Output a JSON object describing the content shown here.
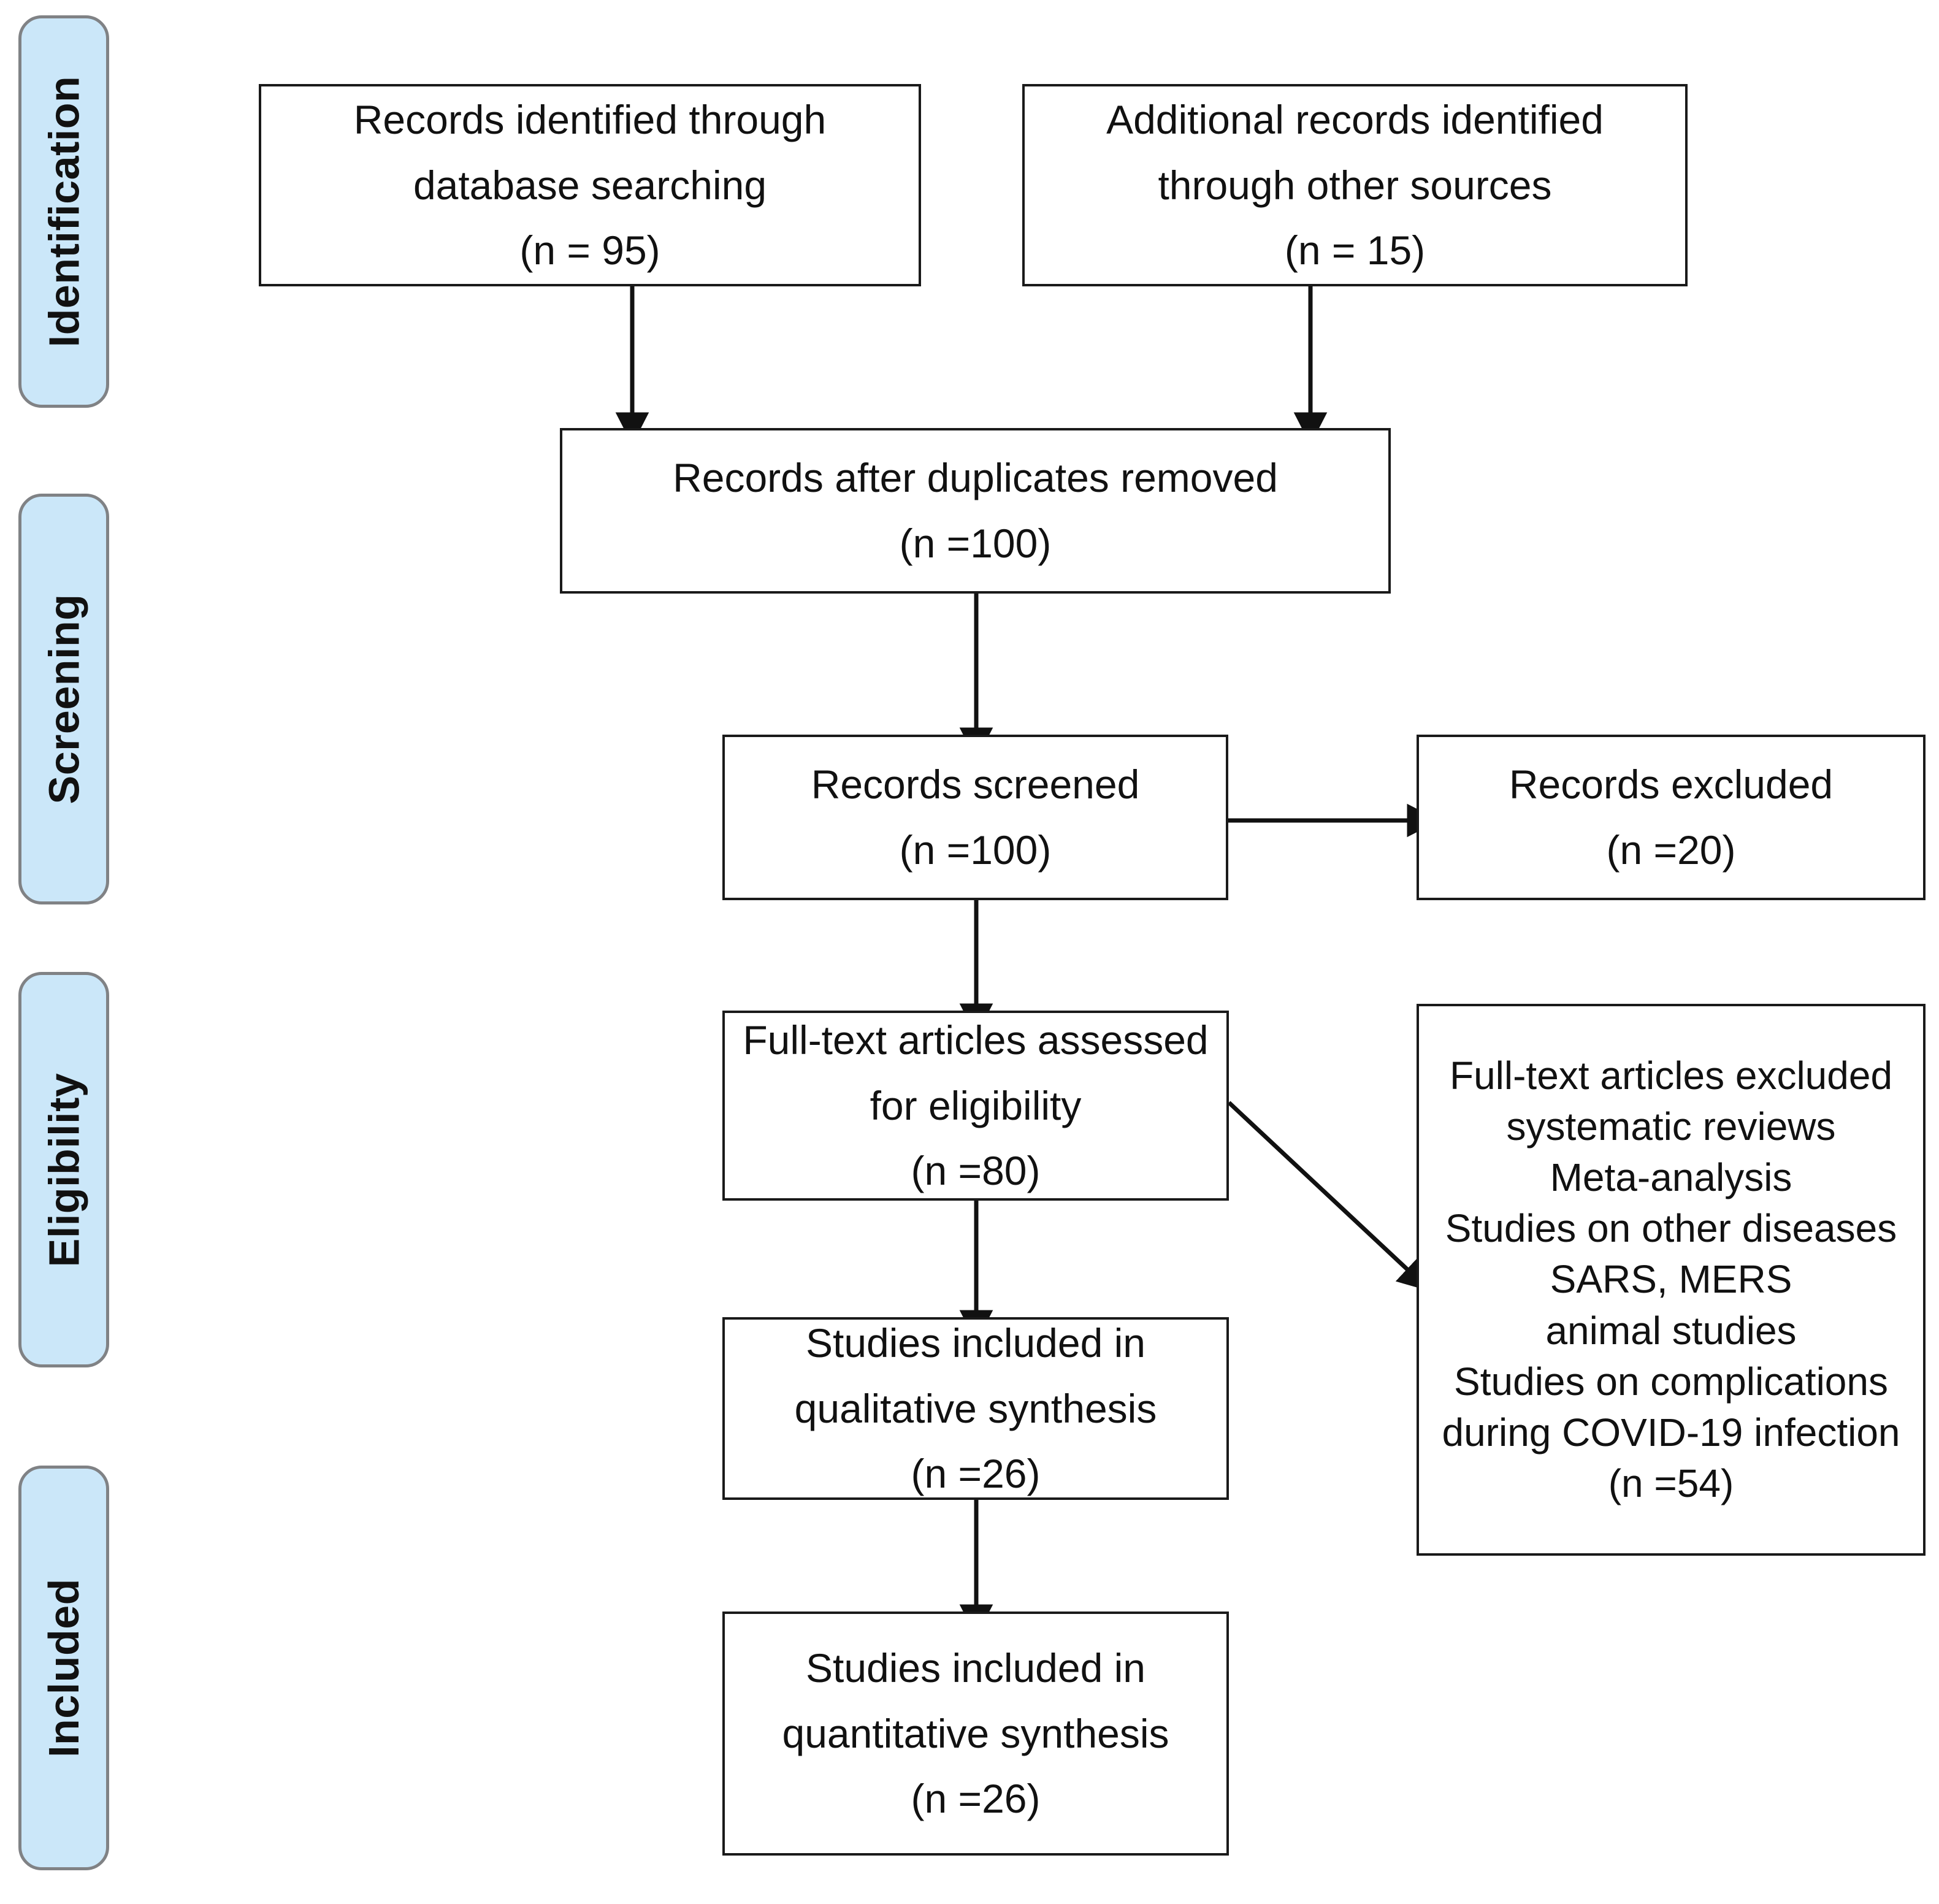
{
  "diagram": {
    "type": "prisma-flow-diagram",
    "title": "PRISMA flow diagram",
    "background_color": "#ffffff",
    "stage_fill_color": "#cbe7f9",
    "stage_border_color": "#808285",
    "box_border_color": "#1a1a1a",
    "text_color": "#111111"
  },
  "stages": [
    {
      "id": "identification",
      "label": "Identification"
    },
    {
      "id": "screening",
      "label": "Screening"
    },
    {
      "id": "eligibility",
      "label": "Eligibility"
    },
    {
      "id": "included",
      "label": "Included"
    }
  ],
  "boxes": {
    "records_database": {
      "id": "records-identified-database",
      "text": "Records identified through\ndatabase searching\n(n = 95)",
      "n_label": "(n = 95)",
      "n": 95
    },
    "records_other": {
      "id": "additional-records-other-sources",
      "text": "Additional records identified\nthrough other sources\n(n = 15)",
      "n_label": "(n = 15)",
      "n": 15
    },
    "duplicates_removed": {
      "id": "records-after-duplicates-removed",
      "text": "Records after duplicates removed\n(n =100)",
      "n_label": "(n =100)",
      "n": 100
    },
    "records_screened": {
      "id": "records-screened",
      "text": "Records screened\n(n =100)",
      "n_label": "(n =100)",
      "n": 100
    },
    "records_excluded": {
      "id": "records-excluded",
      "text": "Records excluded\n(n =20)",
      "n_label": "(n =20)",
      "n": 20
    },
    "fulltext_assessed": {
      "id": "full-text-articles-assessed",
      "text": "Full-text articles assessed\nfor eligibility\n(n =80)",
      "n_label": "(n =80)",
      "n": 80
    },
    "fulltext_excluded": {
      "id": "full-text-articles-excluded",
      "text": "Full-text articles excluded\nsystematic reviews\nMeta-analysis\nStudies on other diseases\nSARS, MERS\nanimal studies\nStudies on complications\nduring COVID-19 infection\n(n =54)",
      "reasons": [
        "Full-text articles excluded",
        "systematic reviews",
        "Meta-analysis",
        "Studies on other diseases",
        "SARS, MERS",
        "animal studies",
        "Studies on complications",
        "during COVID-19 infection"
      ],
      "n_label": "(n =54)",
      "n": 54
    },
    "qualitative_synthesis": {
      "id": "studies-included-qualitative-synthesis",
      "text": "Studies included in\nqualitative synthesis\n(n =26)",
      "n_label": "(n =26)",
      "n": 26
    },
    "quantitative_synthesis": {
      "id": "studies-included-quantitative-synthesis",
      "text": "Studies included in\nquantitative synthesis\n(n =26)",
      "n_label": "(n =26)",
      "n": 26
    }
  },
  "connectors": [
    {
      "id": "arrow-database-to-duplicates",
      "from": "records_database",
      "to": "duplicates_removed",
      "direction": "down"
    },
    {
      "id": "arrow-other-to-duplicates",
      "from": "records_other",
      "to": "duplicates_removed",
      "direction": "down"
    },
    {
      "id": "arrow-duplicates-to-screened",
      "from": "duplicates_removed",
      "to": "records_screened",
      "direction": "down"
    },
    {
      "id": "arrow-screened-to-excluded",
      "from": "records_screened",
      "to": "records_excluded",
      "direction": "right"
    },
    {
      "id": "arrow-screened-to-fulltext",
      "from": "records_screened",
      "to": "fulltext_assessed",
      "direction": "down"
    },
    {
      "id": "arrow-fulltext-to-excluded",
      "from": "fulltext_assessed",
      "to": "fulltext_excluded",
      "direction": "diagonal-down-right"
    },
    {
      "id": "arrow-fulltext-to-qualitative",
      "from": "fulltext_assessed",
      "to": "qualitative_synthesis",
      "direction": "down"
    },
    {
      "id": "arrow-qualitative-to-quantitative",
      "from": "qualitative_synthesis",
      "to": "quantitative_synthesis",
      "direction": "down"
    }
  ]
}
